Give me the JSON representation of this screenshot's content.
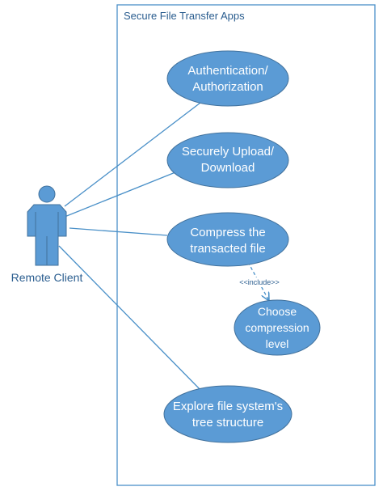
{
  "system": {
    "title": "Secure File Transfer Apps"
  },
  "actor": {
    "name": "Remote Client"
  },
  "use_cases": {
    "auth": {
      "line1": "Authentication/",
      "line2": "Authorization"
    },
    "upload": {
      "line1": "Securely Upload/",
      "line2": "Download"
    },
    "compress": {
      "line1": "Compress the",
      "line2": "transacted file"
    },
    "choose": {
      "line1": "Choose",
      "line2": "compression",
      "line3": "level"
    },
    "explore": {
      "line1": "Explore file system's",
      "line2": "tree structure"
    }
  },
  "relations": {
    "include_label": "<<include>>"
  },
  "colors": {
    "fill": "#5b9bd5",
    "stroke": "#41719c",
    "line": "#4a90c8",
    "text": "#2a5d8f"
  }
}
